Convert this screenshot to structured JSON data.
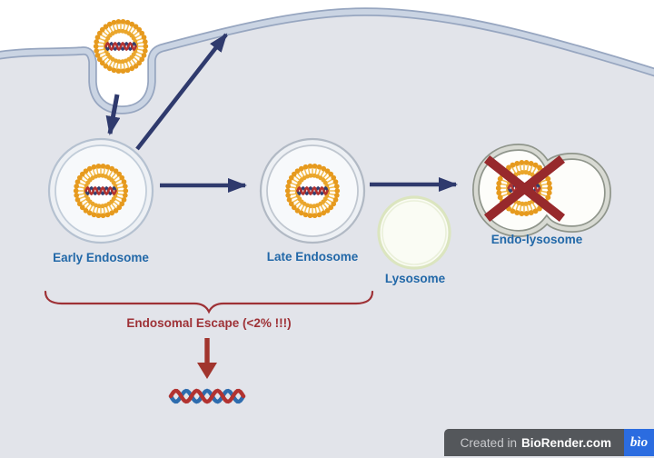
{
  "diagram": {
    "title_hint": "LNP endosomal escape pathway",
    "labels": {
      "early_endosome": "Early Endosome",
      "late_endosome": "Late Endosome",
      "lysosome": "Lysosome",
      "endo_lysosome": "Endo-lysosome",
      "escape_caption": "Endosomal Escape (<2% !!!)"
    }
  },
  "colors": {
    "cell_interior": "#e2e4ea",
    "membrane_outline": "#97a6c0",
    "membrane_fill": "#cad4e3",
    "arrow_navy": "#2f3a6d",
    "endosome_ring_outer": "#b5c1d0",
    "endosome_ring_inner": "#c2cdd9",
    "endosome_fill_outer": "#edf0f4",
    "endosome_fill_inner": "#f7f9fb",
    "late_ring_outer": "#b1b9c4",
    "late_ring_inner": "#c0c7d0",
    "lysosome_ring": "#dbe5bf",
    "lysosome_ring_inner": "#eaf0da",
    "lysosome_fill": "#fafcf4",
    "endolysosome_outline": "#8f958b",
    "endolysosome_band": "#d8dad3",
    "endolysosome_fill": "#fdfdfa",
    "lnp_orange": "#e69a1e",
    "lnp_orange_in": "#eaa62c",
    "lnp_spoke": "#f2bc4e",
    "mrna_red": "#b23331",
    "mrna_navy": "#333f70",
    "mrna_blue": "#2e6cae",
    "cross_red": "#97292c",
    "red_dark": "#9e3136",
    "red_arrow": "#a1352e",
    "label_blue": "#2268a8",
    "footer_gray": "#54575b",
    "logo_blue": "#2b6ce0"
  },
  "footer": {
    "created_in": "Created in",
    "brand": "BioRender.com",
    "logo": "bìo"
  }
}
